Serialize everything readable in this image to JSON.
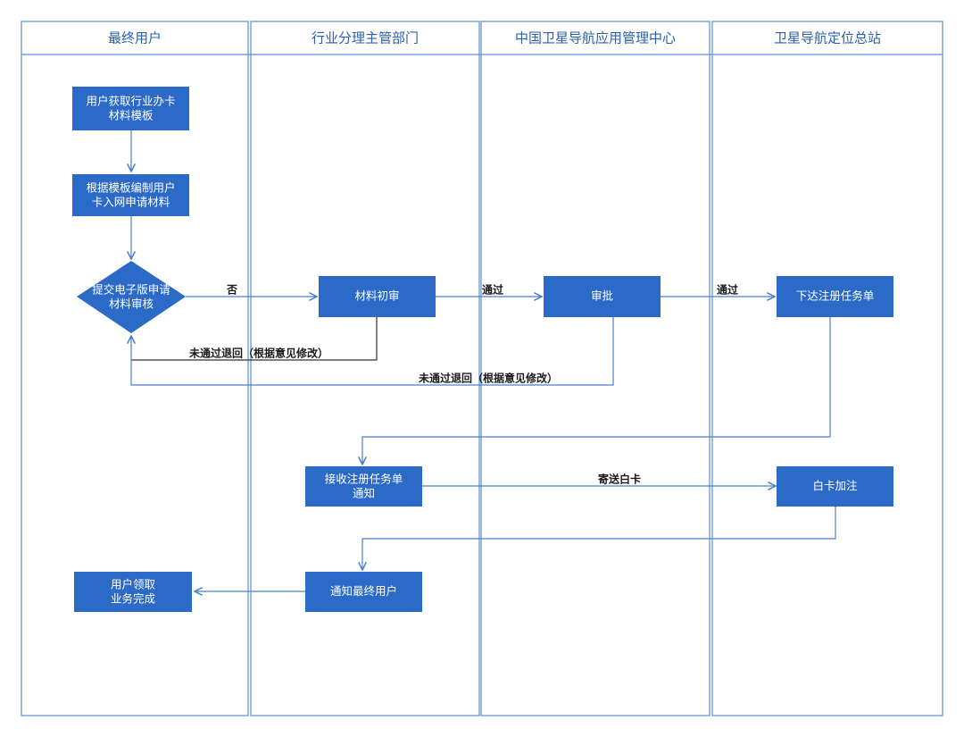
{
  "lanes": [
    {
      "title": "最终用户"
    },
    {
      "title": "行业分理主管部门"
    },
    {
      "title": "中国卫星导航应用管理中心"
    },
    {
      "title": "卫星导航定位总站"
    }
  ],
  "nodes": {
    "get_template": [
      "用户获取行业办卡",
      "材料模板"
    ],
    "prepare_materials": [
      "根据模板编制用户",
      "卡入网申请材料"
    ],
    "submit_review": [
      "提交电子版申请",
      "材料审核"
    ],
    "initial_review": [
      "材料初审"
    ],
    "approval": [
      "审批"
    ],
    "issue_task": [
      "下达注册任务单"
    ],
    "receive_notice": [
      "接收注册任务单",
      "通知"
    ],
    "white_card": [
      "白卡加注"
    ],
    "notify_user": [
      "通知最终用户"
    ],
    "user_collect": [
      "用户领取",
      "业务完成"
    ]
  },
  "edge_labels": {
    "no": "否",
    "pass1": "通过",
    "pass2": "通过",
    "return1": "未通过退回（根据意见修改）",
    "return2": "未通过退回（根据意见修改）",
    "send_white_card": "寄送白卡"
  }
}
